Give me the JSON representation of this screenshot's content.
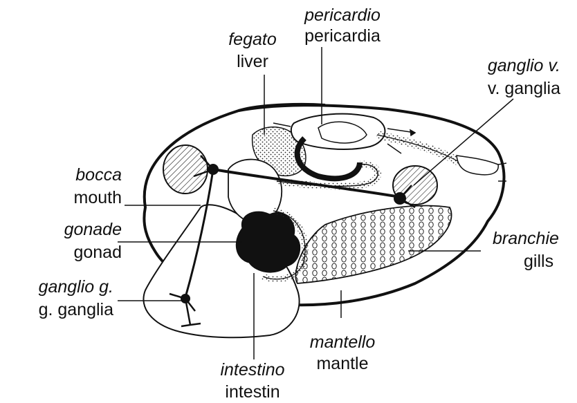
{
  "labels": {
    "pericardio": {
      "it": "pericardio",
      "en": "pericardia"
    },
    "fegato": {
      "it": "fegato",
      "en": "liver"
    },
    "ganglio_v": {
      "it": "ganglio v.",
      "en": "v. ganglia"
    },
    "bocca": {
      "it": "bocca",
      "en": "mouth"
    },
    "gonade": {
      "it": "gonade",
      "en": "gonad"
    },
    "branchie": {
      "it": "branchie",
      "en": "gills"
    },
    "ganglio_g": {
      "it": "ganglio g.",
      "en": "g. ganglia"
    },
    "mantello": {
      "it": "mantello",
      "en": "mantle"
    },
    "intestino": {
      "it": "intestino",
      "en": "intestin"
    }
  }
}
